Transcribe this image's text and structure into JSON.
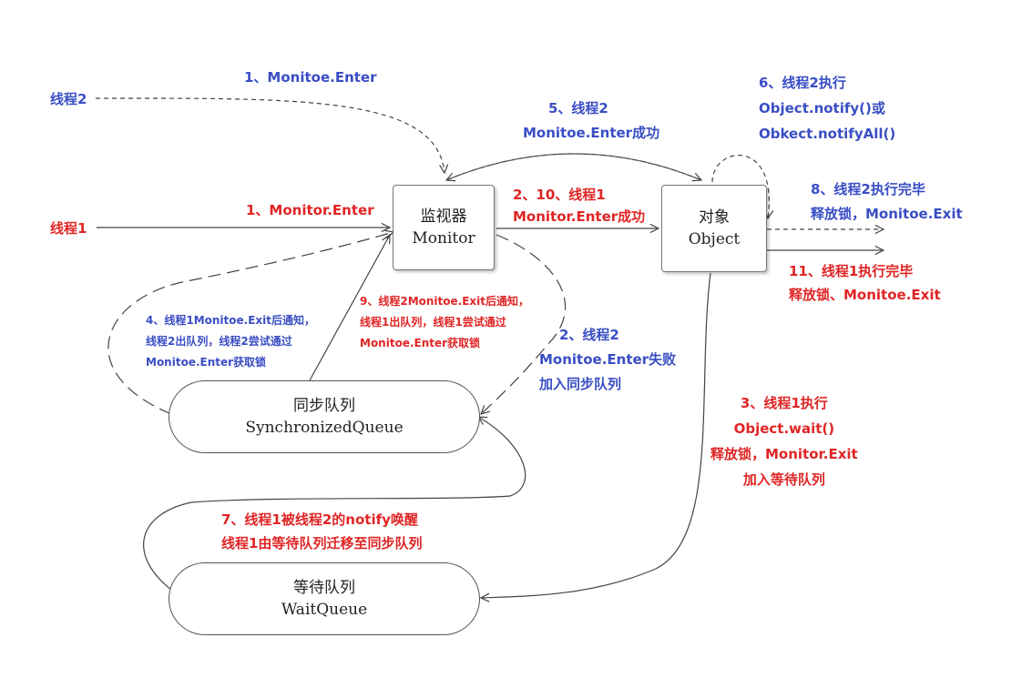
{
  "nodes": {
    "monitor": {
      "cn": "监视器",
      "en": "Monitor"
    },
    "object": {
      "cn": "对象",
      "en": "Object"
    },
    "sync_queue": {
      "cn": "同步队列",
      "en": "SynchronizedQueue"
    },
    "wait_queue": {
      "cn": "等待队列",
      "en": "WaitQueue"
    }
  },
  "threads": {
    "thread1": "线程1",
    "thread2": "线程2"
  },
  "labels": {
    "step1_thread2": [
      "1、Monitoe.Enter"
    ],
    "step1_thread1": [
      "1、Monitor.Enter"
    ],
    "step2_10": [
      "2、10、线程1",
      "Monitor.Enter成功"
    ],
    "step5": [
      "5、线程2",
      "Monitoe.Enter成功"
    ],
    "step6": [
      "6、线程2执行",
      "Object.notify()或",
      "Obkect.notifyAll()"
    ],
    "step8": [
      "8、线程2执行完毕",
      "释放锁，Monitoe.Exit"
    ],
    "step11": [
      "11、线程1执行完毕",
      "释放锁、Monitoe.Exit"
    ],
    "step4": [
      "4、线程1Monitoe.Exit后通知，",
      "线程2出队列，线程2尝试通过",
      "Monitoe.Enter获取锁"
    ],
    "step9": [
      "9、线程2Monitoe.Exit后通知，",
      "线程1出队列，线程1尝试通过",
      "Monitoe.Enter获取锁"
    ],
    "step2_fail": [
      "2、线程2",
      "Monitoe.Enter失败",
      "加入同步队列"
    ],
    "step3": [
      "3、线程1执行",
      "Object.wait()",
      "释放锁，Monitor.Exit",
      "加入等待队列"
    ],
    "step7": [
      "7、线程1被线程2的notify唤醒",
      "线程1由等待队列迁移至同步队列"
    ]
  },
  "colors": {
    "thread1_red": "#e02525",
    "thread2_blue": "#3a4ec4",
    "line": "#444444"
  }
}
